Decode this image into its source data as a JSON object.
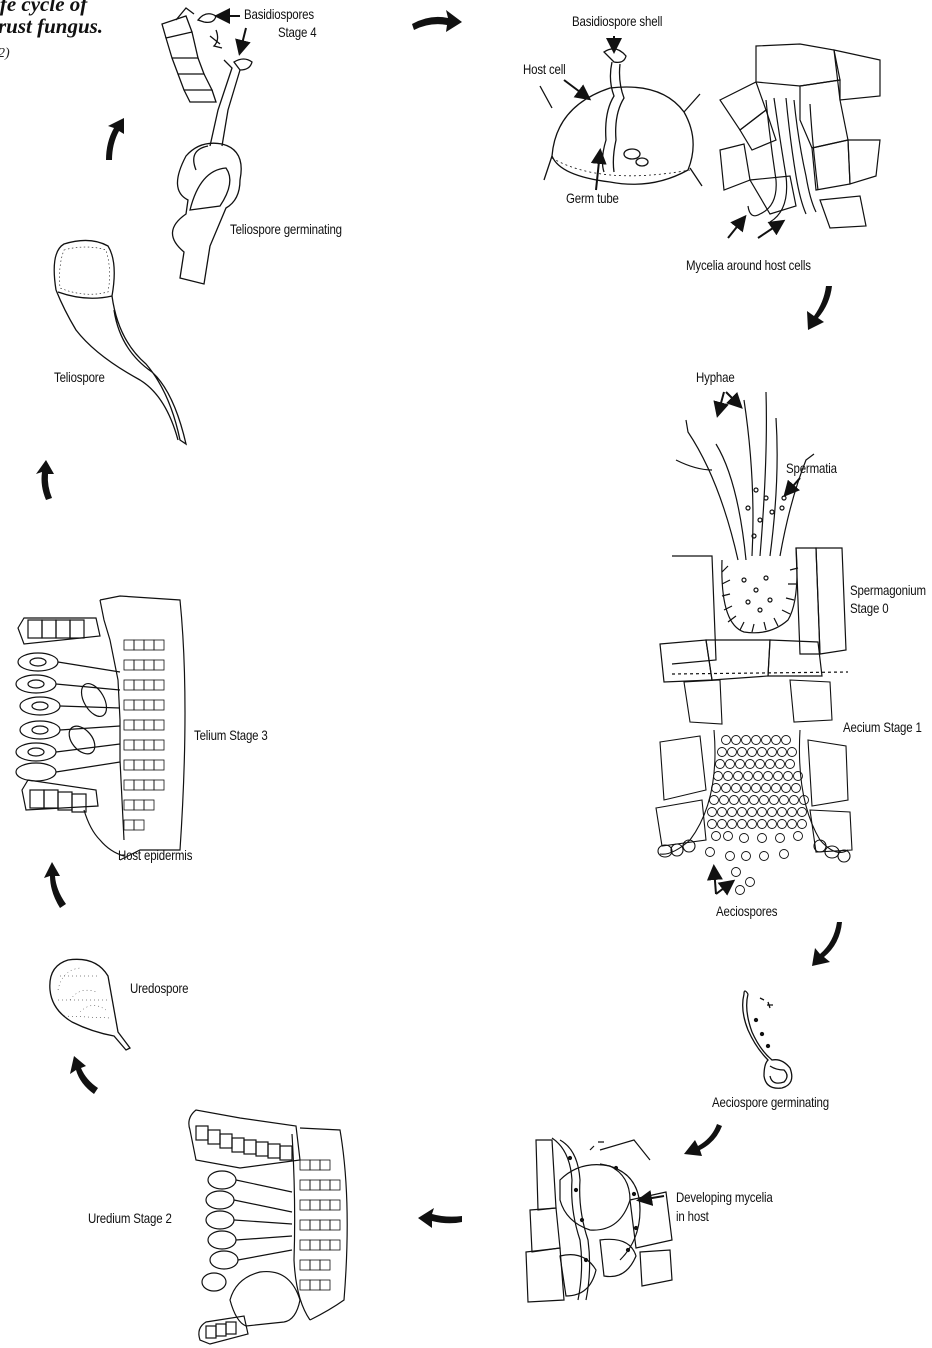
{
  "title": {
    "line1": "ife cycle of",
    "line2": "rust fungus.",
    "line3": "2)"
  },
  "labels": {
    "basidiospores": "Basidiospores",
    "stage4": "Stage 4",
    "teliospore_germinating": "Teliospore germinating",
    "teliospore": "Teliospore",
    "basidiospore_shell": "Basidiospore shell",
    "host_cell": "Host cell",
    "germ_tube": "Germ tube",
    "mycelia_around": "Mycelia around host cells",
    "hyphae": "Hyphae",
    "spermatia": "Spermatia",
    "spermagonium": "Spermagonium",
    "stage0": "Stage 0",
    "aecium": "Aecium Stage 1",
    "aeciospores": "Aeciospores",
    "aeciospore_germinating": "Aeciospore germinating",
    "developing_mycelia": "Developing mycelia",
    "in_host": "in host",
    "uredium": "Uredium Stage 2",
    "uredospore": "Uredospore",
    "host_epidermis": "Host epidermis",
    "telium": "Telium Stage 3"
  },
  "colors": {
    "ink": "#111111",
    "paper": "#ffffff"
  }
}
